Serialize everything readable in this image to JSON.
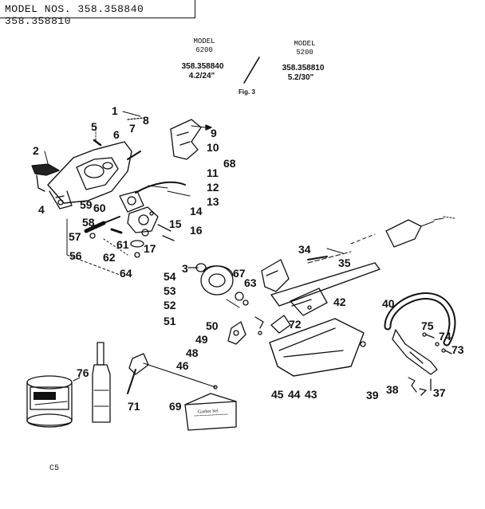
{
  "header": {
    "title": "MODEL NOS. 358.358840 358.358810"
  },
  "models": {
    "left": {
      "model_word": "MODEL",
      "model_no": "6200",
      "part_no": "358.358840",
      "size": "4.2/24\""
    },
    "right": {
      "model_word": "MODEL",
      "model_no": "5200",
      "part_no": "358.358810",
      "size": "5.2/30\""
    }
  },
  "figure_label": "Fig. 3",
  "part_numbers": [
    {
      "id": "1",
      "text": "1"
    },
    {
      "id": "8",
      "text": "8"
    },
    {
      "id": "7",
      "text": "7"
    },
    {
      "id": "5",
      "text": "5"
    },
    {
      "id": "6",
      "text": "6"
    },
    {
      "id": "9",
      "text": "9"
    },
    {
      "id": "10",
      "text": "10"
    },
    {
      "id": "2",
      "text": "2"
    },
    {
      "id": "68",
      "text": "68"
    },
    {
      "id": "11",
      "text": "11"
    },
    {
      "id": "12",
      "text": "12"
    },
    {
      "id": "13",
      "text": "13"
    },
    {
      "id": "4",
      "text": "4"
    },
    {
      "id": "59",
      "text": "59"
    },
    {
      "id": "60",
      "text": "60"
    },
    {
      "id": "14",
      "text": "14"
    },
    {
      "id": "58",
      "text": "58"
    },
    {
      "id": "15",
      "text": "15"
    },
    {
      "id": "16",
      "text": "16"
    },
    {
      "id": "57",
      "text": "57"
    },
    {
      "id": "61",
      "text": "61"
    },
    {
      "id": "17",
      "text": "17"
    },
    {
      "id": "56",
      "text": "56"
    },
    {
      "id": "62",
      "text": "62"
    },
    {
      "id": "34",
      "text": "34"
    },
    {
      "id": "35",
      "text": "35"
    },
    {
      "id": "3",
      "text": "3"
    },
    {
      "id": "67",
      "text": "67"
    },
    {
      "id": "64",
      "text": "64"
    },
    {
      "id": "54",
      "text": "54"
    },
    {
      "id": "63",
      "text": "63"
    },
    {
      "id": "53",
      "text": "53"
    },
    {
      "id": "52",
      "text": "52"
    },
    {
      "id": "42",
      "text": "42"
    },
    {
      "id": "40",
      "text": "40"
    },
    {
      "id": "51",
      "text": "51"
    },
    {
      "id": "50",
      "text": "50"
    },
    {
      "id": "72",
      "text": "72"
    },
    {
      "id": "75",
      "text": "75"
    },
    {
      "id": "74",
      "text": "74"
    },
    {
      "id": "49",
      "text": "49"
    },
    {
      "id": "73",
      "text": "73"
    },
    {
      "id": "48",
      "text": "48"
    },
    {
      "id": "46",
      "text": "46"
    },
    {
      "id": "76",
      "text": "76"
    },
    {
      "id": "45",
      "text": "45"
    },
    {
      "id": "44",
      "text": "44"
    },
    {
      "id": "43",
      "text": "43"
    },
    {
      "id": "39",
      "text": "39"
    },
    {
      "id": "38",
      "text": "38"
    },
    {
      "id": "37",
      "text": "37"
    },
    {
      "id": "71",
      "text": "71"
    },
    {
      "id": "69",
      "text": "69"
    }
  ],
  "envelope_label": "Gasket Set",
  "page_code": "C5"
}
